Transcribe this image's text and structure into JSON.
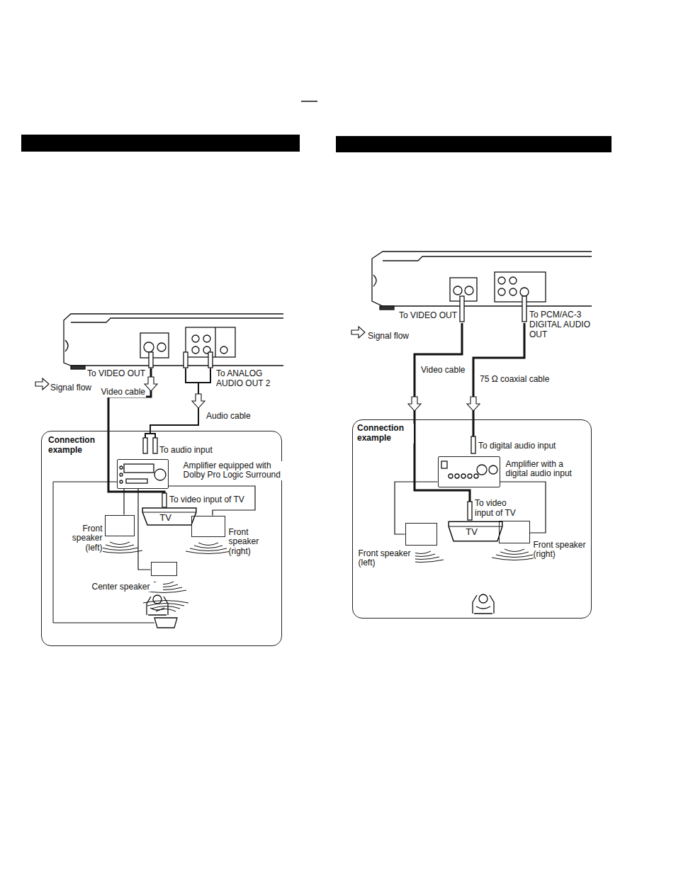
{
  "diagram": {
    "nodes": [
      {
        "text": [
          "Connection example"
        ]
      },
      {
        "text": [
          "Amplifier equipped with Dolby Pro Logic Surround"
        ],
        "in": 0
      },
      {
        "text": [
          "TV"
        ],
        "in": 0
      },
      {
        "text": [
          "Front speaker (left)"
        ],
        "in": 0
      },
      {
        "text": [
          "Front speaker (right)"
        ],
        "in": 0
      },
      {
        "text": [
          "Center speaker"
        ],
        "in": 0
      },
      {
        "text": [
          "Connection example"
        ]
      },
      {
        "text": [
          "Amplifier with a digital audio input"
        ],
        "in": 6
      },
      {
        "text": [
          "TV"
        ],
        "in": 6
      },
      {
        "text": [
          "Front speaker (left)"
        ],
        "in": 6
      },
      {
        "text": [
          "Front speaker (right)"
        ],
        "in": 6
      }
    ],
    "edges": [
      {
        "from": 1,
        "to": 3,
        "arrow": "none"
      },
      {
        "from": 1,
        "to": 4,
        "arrow": "none"
      },
      {
        "from": 1,
        "to": 5,
        "arrow": "none"
      },
      {
        "from": 7,
        "to": 9,
        "arrow": "none"
      },
      {
        "from": 7,
        "to": 10,
        "arrow": "none"
      }
    ],
    "labels": [
      "To VIDEO OUT",
      "Signal flow",
      "To ANALOG AUDIO OUT 2",
      "Video cable",
      "Audio cable",
      "To audio input",
      "To video input of TV",
      "To VIDEO OUT",
      "To PCM/AC-3 DIGITAL AUDIO OUT",
      "Signal flow",
      "Video cable",
      "75 Ω coaxial cable",
      "To digital audio input",
      "To video input of TV"
    ]
  }
}
